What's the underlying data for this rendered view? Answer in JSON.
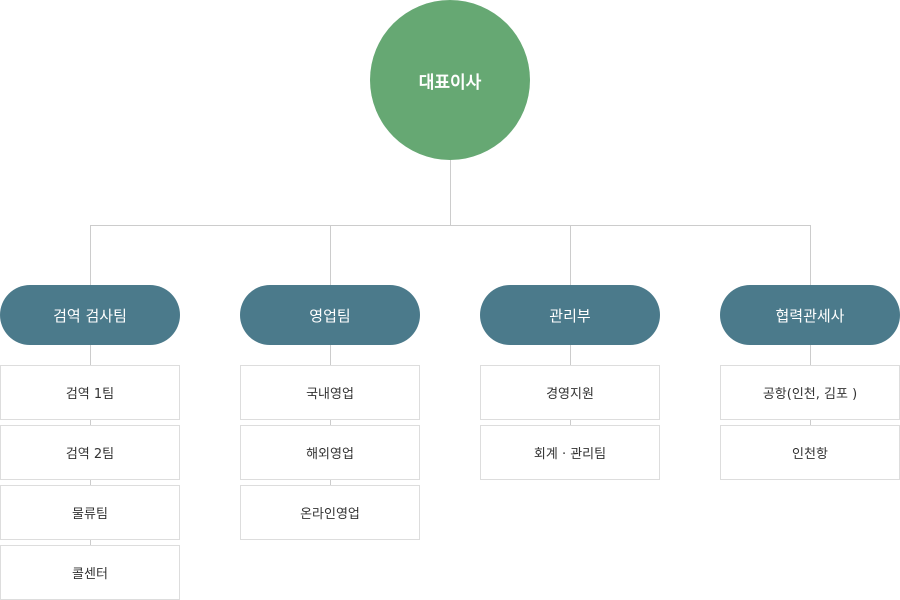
{
  "ceo": {
    "label": "대표이사"
  },
  "colors": {
    "ceo_fill": "#66a873",
    "dept_fill": "#4b7a8b",
    "line": "#cccccc",
    "team_border": "#dddddd"
  },
  "departments": [
    {
      "label": "검역 검사팀",
      "teams": [
        "검역 1팀",
        "검역 2팀",
        "물류팀",
        "콜센터"
      ]
    },
    {
      "label": "영업팀",
      "teams": [
        "국내영업",
        "해외영업",
        "온라인영업"
      ]
    },
    {
      "label": "관리부",
      "teams": [
        "경영지원",
        "회계 · 관리팀"
      ]
    },
    {
      "label": "협력관세사",
      "teams": [
        "공항(인천, 김포 )",
        "인천항"
      ]
    }
  ]
}
